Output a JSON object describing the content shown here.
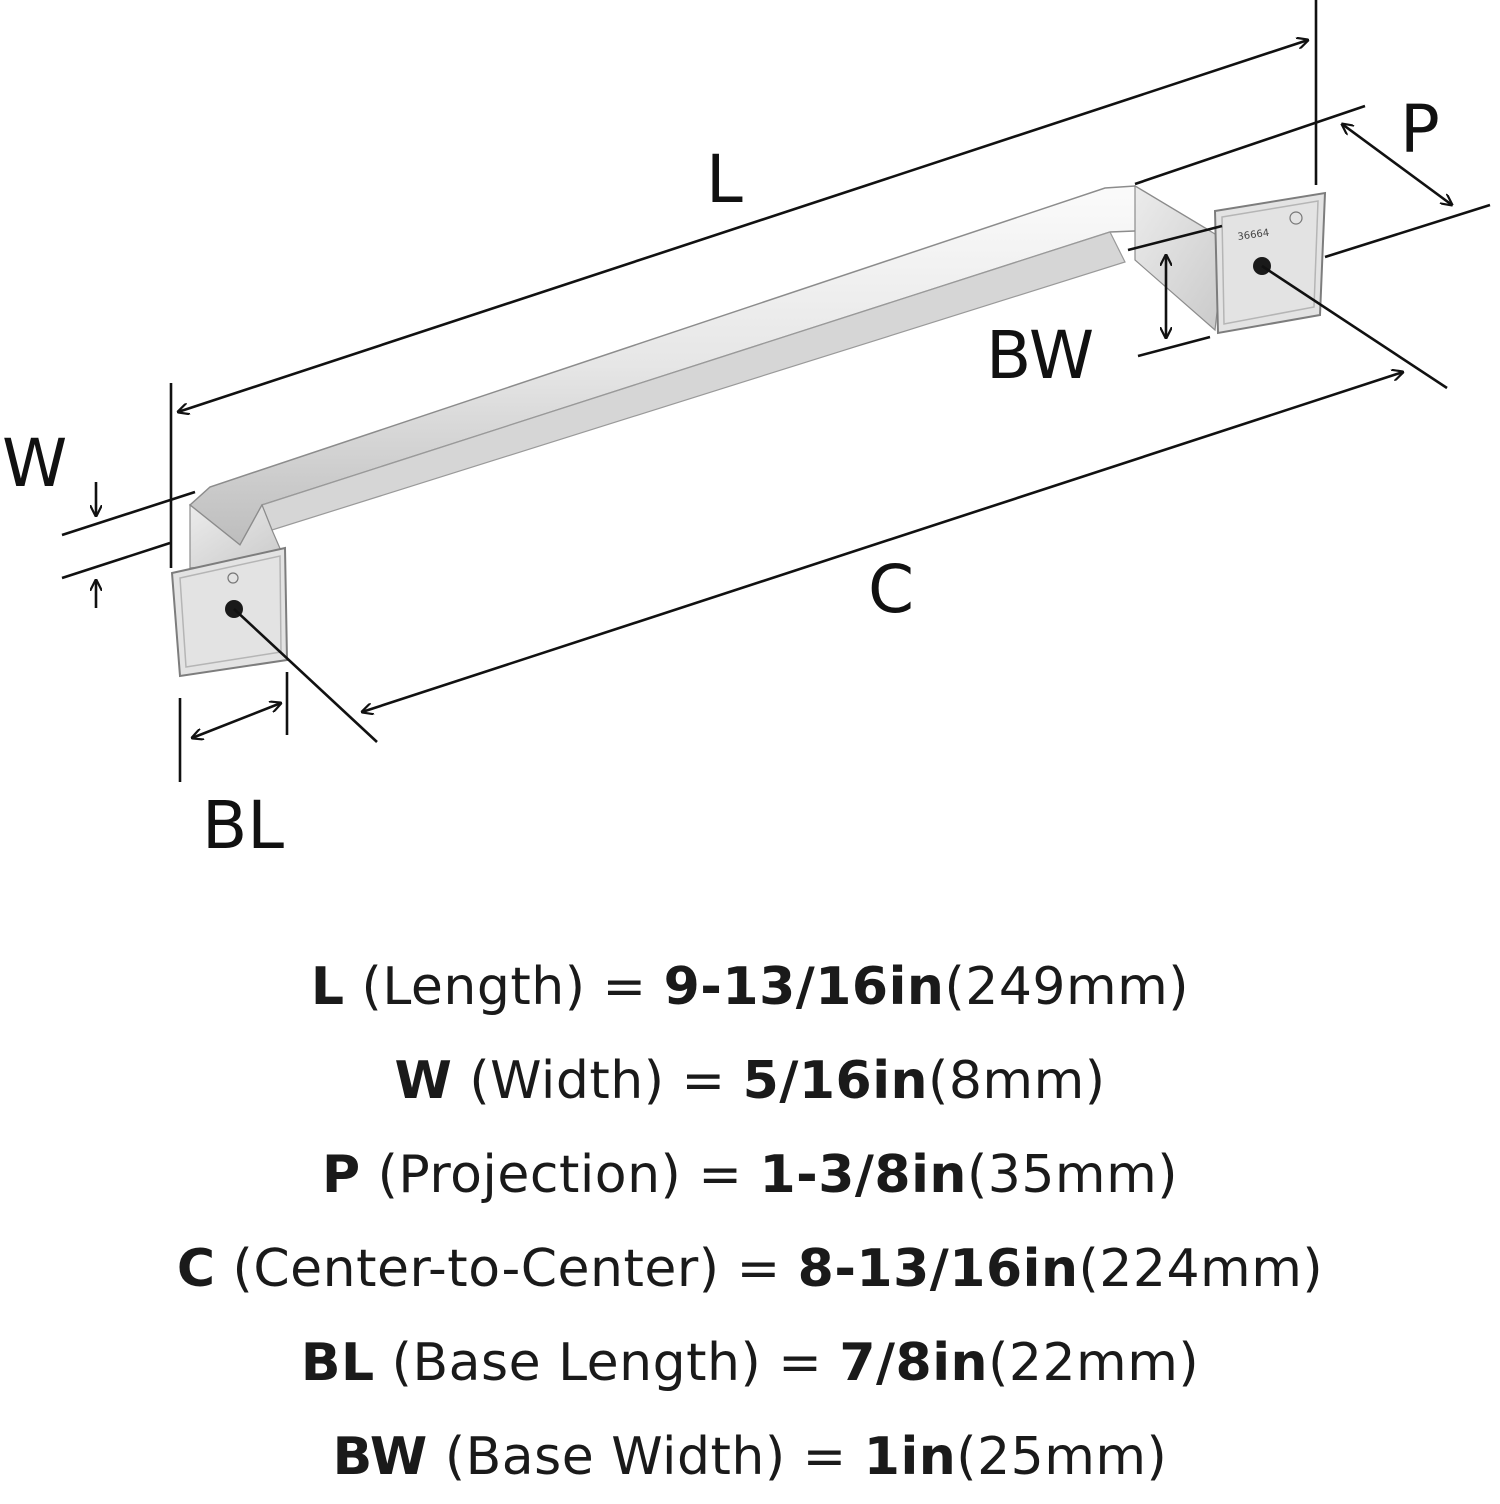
{
  "diagram": {
    "labels": {
      "L": "L",
      "W": "W",
      "P": "P",
      "BW": "BW",
      "C": "C",
      "BL": "BL"
    },
    "stamp_number": "36664",
    "colors": {
      "metal_light": "#f2f2f2",
      "metal_mid": "#d9d9d9",
      "metal_dark": "#9a9a9a",
      "line": "#111111"
    }
  },
  "specs": [
    {
      "code": "L",
      "name": " (Length) = ",
      "imperial": "9-13/16in",
      "metric": "(249mm)"
    },
    {
      "code": "W",
      "name": " (Width) = ",
      "imperial": "5/16in",
      "metric": "(8mm)"
    },
    {
      "code": "P",
      "name": " (Projection) = ",
      "imperial": "1-3/8in",
      "metric": "(35mm)"
    },
    {
      "code": "C",
      "name": " (Center-to-Center) = ",
      "imperial": "8-13/16in",
      "metric": "(224mm)"
    },
    {
      "code": "BL",
      "name": " (Base Length) = ",
      "imperial": "7/8in",
      "metric": "(22mm)"
    },
    {
      "code": "BW",
      "name": " (Base Width) = ",
      "imperial": "1in",
      "metric": "(25mm)"
    }
  ]
}
